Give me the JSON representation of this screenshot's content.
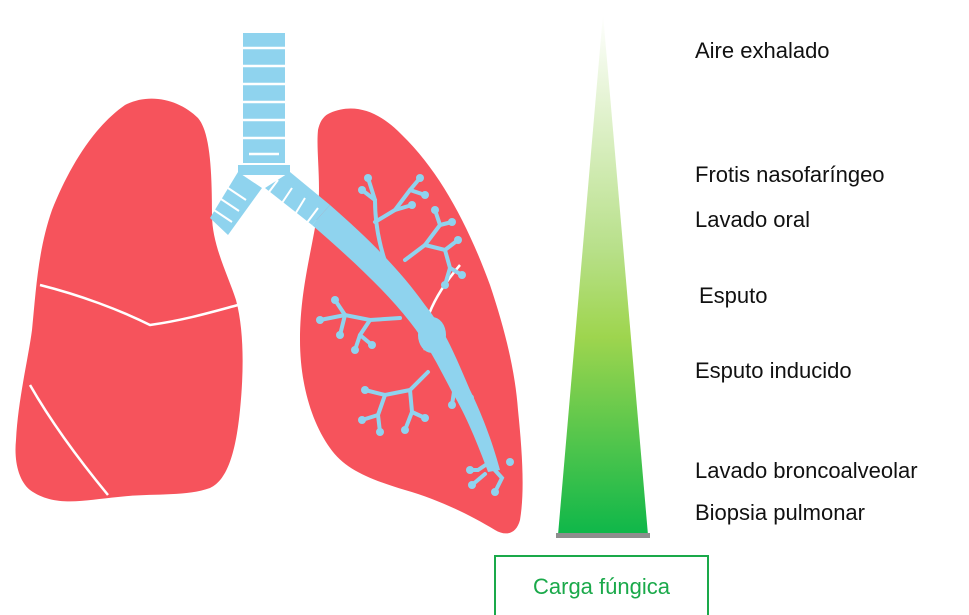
{
  "samples": [
    "Aire exhalado",
    "Frotis nasofaríngeo",
    "Lavado oral",
    "Esputo",
    "Esputo inducido",
    "Lavado broncoalveolar",
    "Biopsia pulmonar"
  ],
  "load_label": "Carga fúngica",
  "colors": {
    "lung": "#f6535c",
    "airway": "#8fd3ee",
    "airway_line": "#ffffff",
    "gradient_top": "#ffffff",
    "gradient_mid": "#9ed54e",
    "gradient_bottom": "#0eb74a",
    "base_bar": "#8e8e8e",
    "load_text": "#1aa94a"
  }
}
